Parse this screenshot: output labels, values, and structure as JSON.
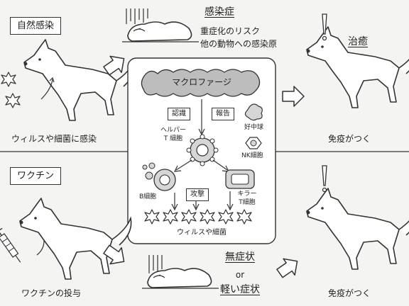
{
  "sections": {
    "natural": {
      "title": "自然感染",
      "infection_caption": "ウィルスや細菌に感染",
      "illness_title": "感染症",
      "illness_notes": [
        "重症化のリスク",
        "他の動物への感染原"
      ],
      "cured_title": "治癒",
      "immune_caption": "免疫がつく"
    },
    "vaccine": {
      "title": "ワクチン",
      "dose_caption": "ワクチンの投与",
      "outcome_1": "無症状",
      "or": "or",
      "outcome_2": "軽い症状",
      "immune_caption": "免疫がつく"
    }
  },
  "immune_system": {
    "macrophage": "マクロファージ",
    "recognition": "認識",
    "report": "報告",
    "helper_t": [
      "ヘルパー",
      "T 細胞"
    ],
    "neutrophil": "好中球",
    "nk_cell": "NK細胞",
    "b_cell": "B細胞",
    "attack": "攻撃",
    "killer_t": [
      "キラー",
      "T細胞"
    ],
    "pathogens": "ウィルスや細菌"
  },
  "colors": {
    "background": "#f4f4f2",
    "panel": "#ffffff",
    "macrophage_fill": "#bdbdbd",
    "cell_fill": "#d6d6d6",
    "line": "#333333"
  }
}
